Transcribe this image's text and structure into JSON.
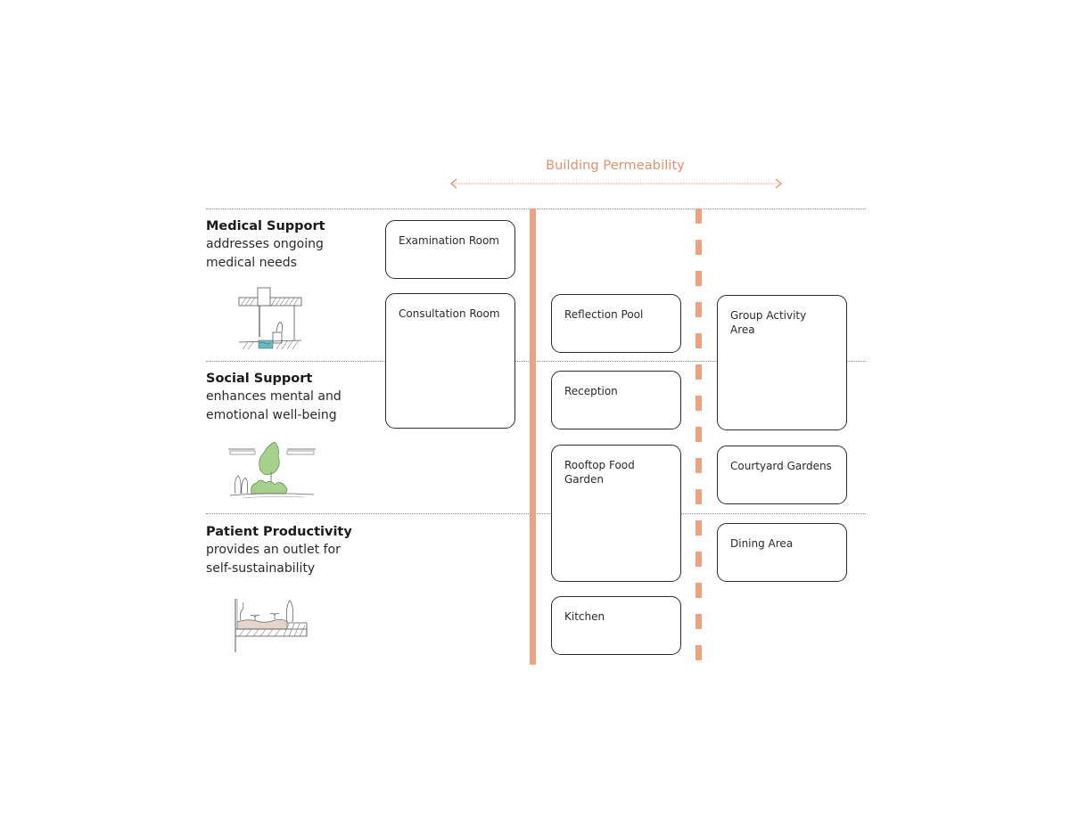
{
  "header": {
    "axis_label": "Building Permeability",
    "axis_arrow": "double-headed-arrow",
    "accent_color": "#eea283",
    "label_color": "#e0916a"
  },
  "categories": [
    {
      "title": "Medical Support",
      "description": "addresses ongoing medical needs",
      "desc_line1": "addresses ongoing",
      "desc_line2": "medical needs",
      "icon": "medical-sketch-icon"
    },
    {
      "title": "Social Support",
      "description": "enhances mental and emotional well-being",
      "desc_line1": "enhances mental and",
      "desc_line2": "emotional well-being",
      "icon": "garden-tree-sketch-icon"
    },
    {
      "title": "Patient Productivity",
      "description": "provides an outlet for self-sustainability",
      "desc_line1": "provides an outlet for",
      "desc_line2": "self-sustainability",
      "icon": "planter-sketch-icon"
    }
  ],
  "boundaries": [
    {
      "name": "solid-boundary",
      "style": "solid"
    },
    {
      "name": "permeable-boundary",
      "style": "dashed"
    }
  ],
  "columns": [
    {
      "zone": "interior",
      "rooms": [
        {
          "label": "Examination Room"
        },
        {
          "label": "Consultation Room"
        }
      ]
    },
    {
      "zone": "semi-open",
      "rooms": [
        {
          "label": "Reflection Pool"
        },
        {
          "label": "Reception"
        },
        {
          "label": "Rooftop Food Garden",
          "line1": "Rooftop Food",
          "line2": "Garden"
        },
        {
          "label": "Kitchen"
        }
      ]
    },
    {
      "zone": "open",
      "rooms": [
        {
          "label": "Group Activity Area"
        },
        {
          "label": "Courtyard Gardens"
        },
        {
          "label": "Dining Area"
        }
      ]
    }
  ]
}
